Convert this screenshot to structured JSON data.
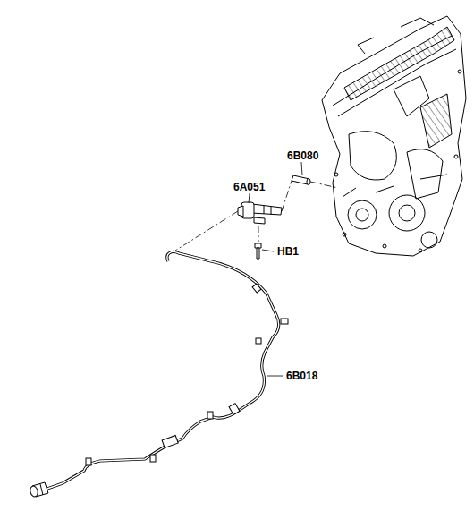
{
  "diagram": {
    "labels": [
      "6B080",
      "6A051",
      "HB1",
      "6B018"
    ]
  }
}
